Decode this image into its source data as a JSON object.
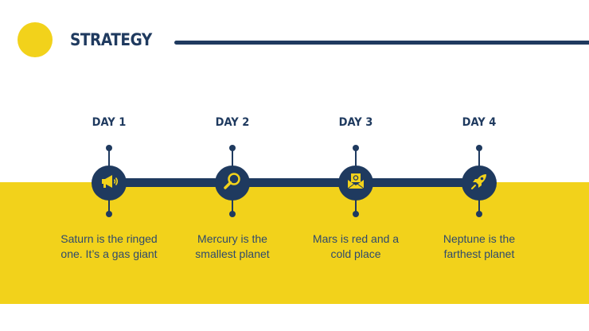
{
  "slide": {
    "title": "STRATEGY",
    "colors": {
      "accent": "#f2d21b",
      "primary": "#1f3a5f",
      "text": "#2f4a6d",
      "background": "#ffffff"
    }
  },
  "timeline": {
    "steps": [
      {
        "day": "DAY 1",
        "icon": "megaphone-icon",
        "desc_line1": "Saturn is the ringed",
        "desc_line2": "one. It’s a gas giant"
      },
      {
        "day": "DAY 2",
        "icon": "magnifier-icon",
        "desc_line1": "Mercury is the",
        "desc_line2": "smallest planet"
      },
      {
        "day": "DAY 3",
        "icon": "envelope-icon",
        "desc_line1": "Mars is red and a",
        "desc_line2": "cold place"
      },
      {
        "day": "DAY 4",
        "icon": "rocket-icon",
        "desc_line1": "Neptune is the",
        "desc_line2": "farthest planet"
      }
    ]
  }
}
